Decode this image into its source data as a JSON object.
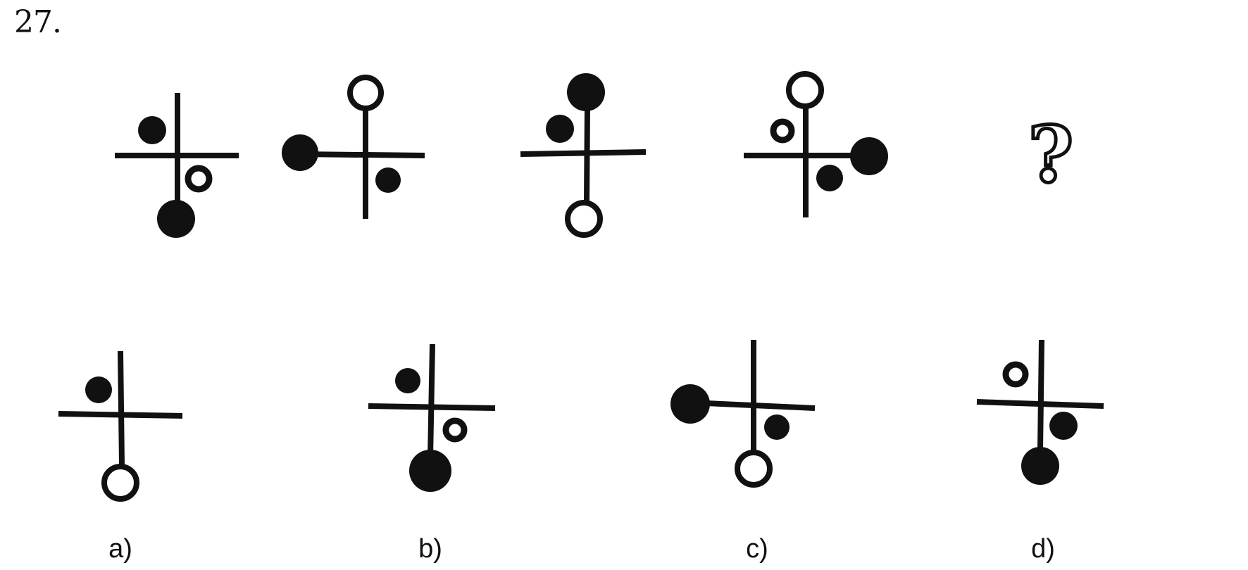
{
  "question": {
    "number": "27.",
    "unknown_mark": "?"
  },
  "sequence": [
    {
      "id": "figure-1"
    },
    {
      "id": "figure-2"
    },
    {
      "id": "figure-3"
    },
    {
      "id": "figure-4"
    }
  ],
  "options": [
    {
      "label": "a)"
    },
    {
      "label": "b)"
    },
    {
      "label": "c)"
    },
    {
      "label": "d)"
    }
  ],
  "colors": {
    "ink": "#111111",
    "background": "#ffffff"
  }
}
